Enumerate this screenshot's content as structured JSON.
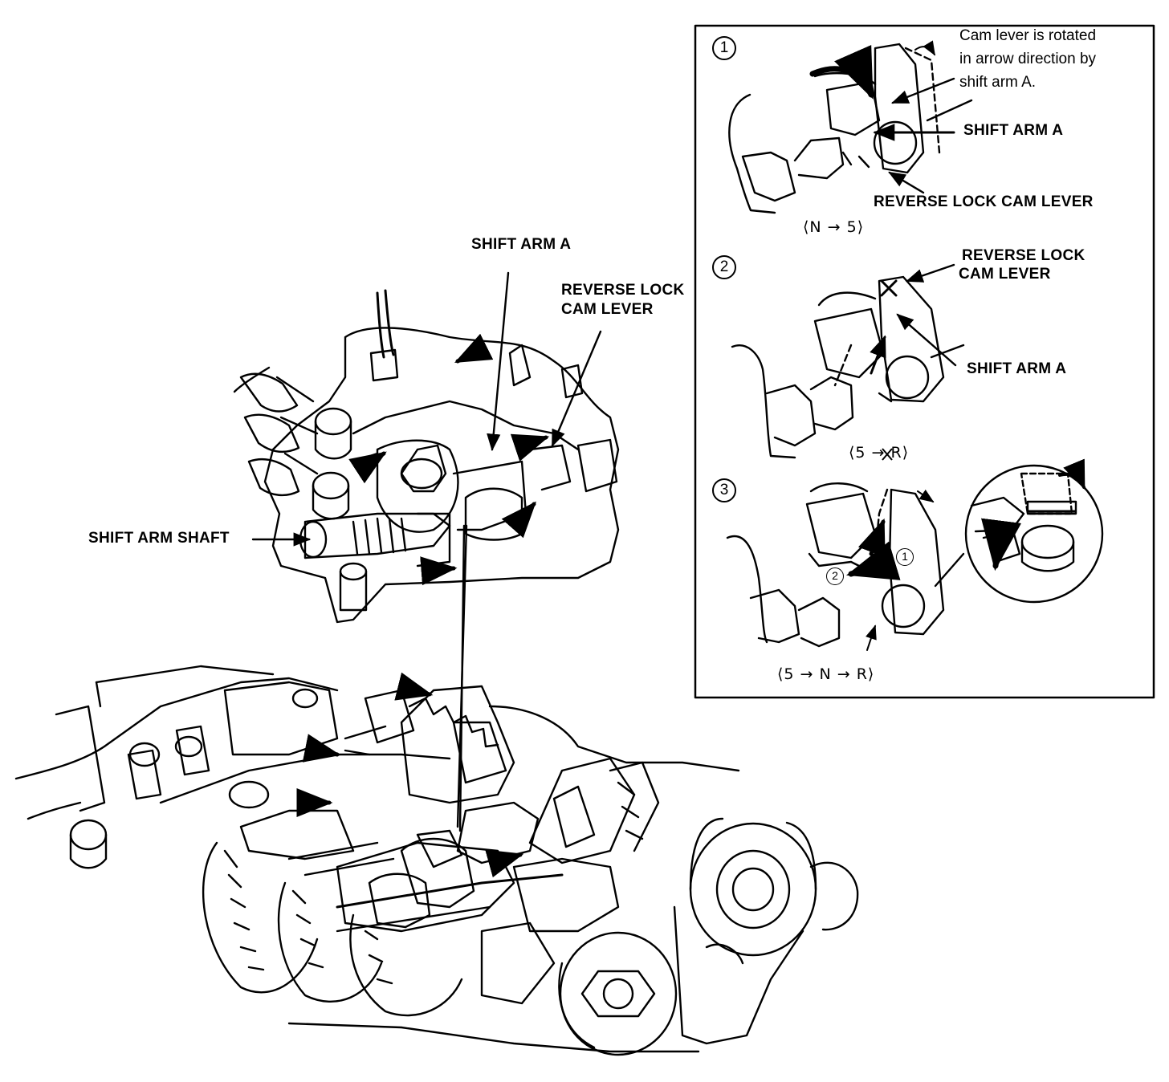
{
  "main_view": {
    "labels": {
      "shift_arm_a": "SHIFT ARM A",
      "reverse_lock_line1": "REVERSE LOCK",
      "reverse_lock_line2": "CAM LEVER",
      "shift_arm_shaft": "SHIFT ARM SHAFT"
    }
  },
  "inset": {
    "step1": {
      "number": "1",
      "note_lines": [
        "Cam lever is rotated",
        "in arrow direction by",
        "shift arm A."
      ],
      "label_shift_arm": "SHIFT ARM A",
      "label_cam_lever": "REVERSE LOCK CAM LEVER",
      "sequence": "⟨N → 5⟩"
    },
    "step2": {
      "number": "2",
      "label_cam_line1": "REVERSE LOCK",
      "label_cam_line2": "CAM LEVER",
      "label_shift_arm": "SHIFT ARM A",
      "sequence": "⟨5 → R⟩"
    },
    "step3": {
      "number": "3",
      "marker_1": "1",
      "marker_2": "2",
      "sequence": "⟨5 → N → R⟩"
    }
  }
}
